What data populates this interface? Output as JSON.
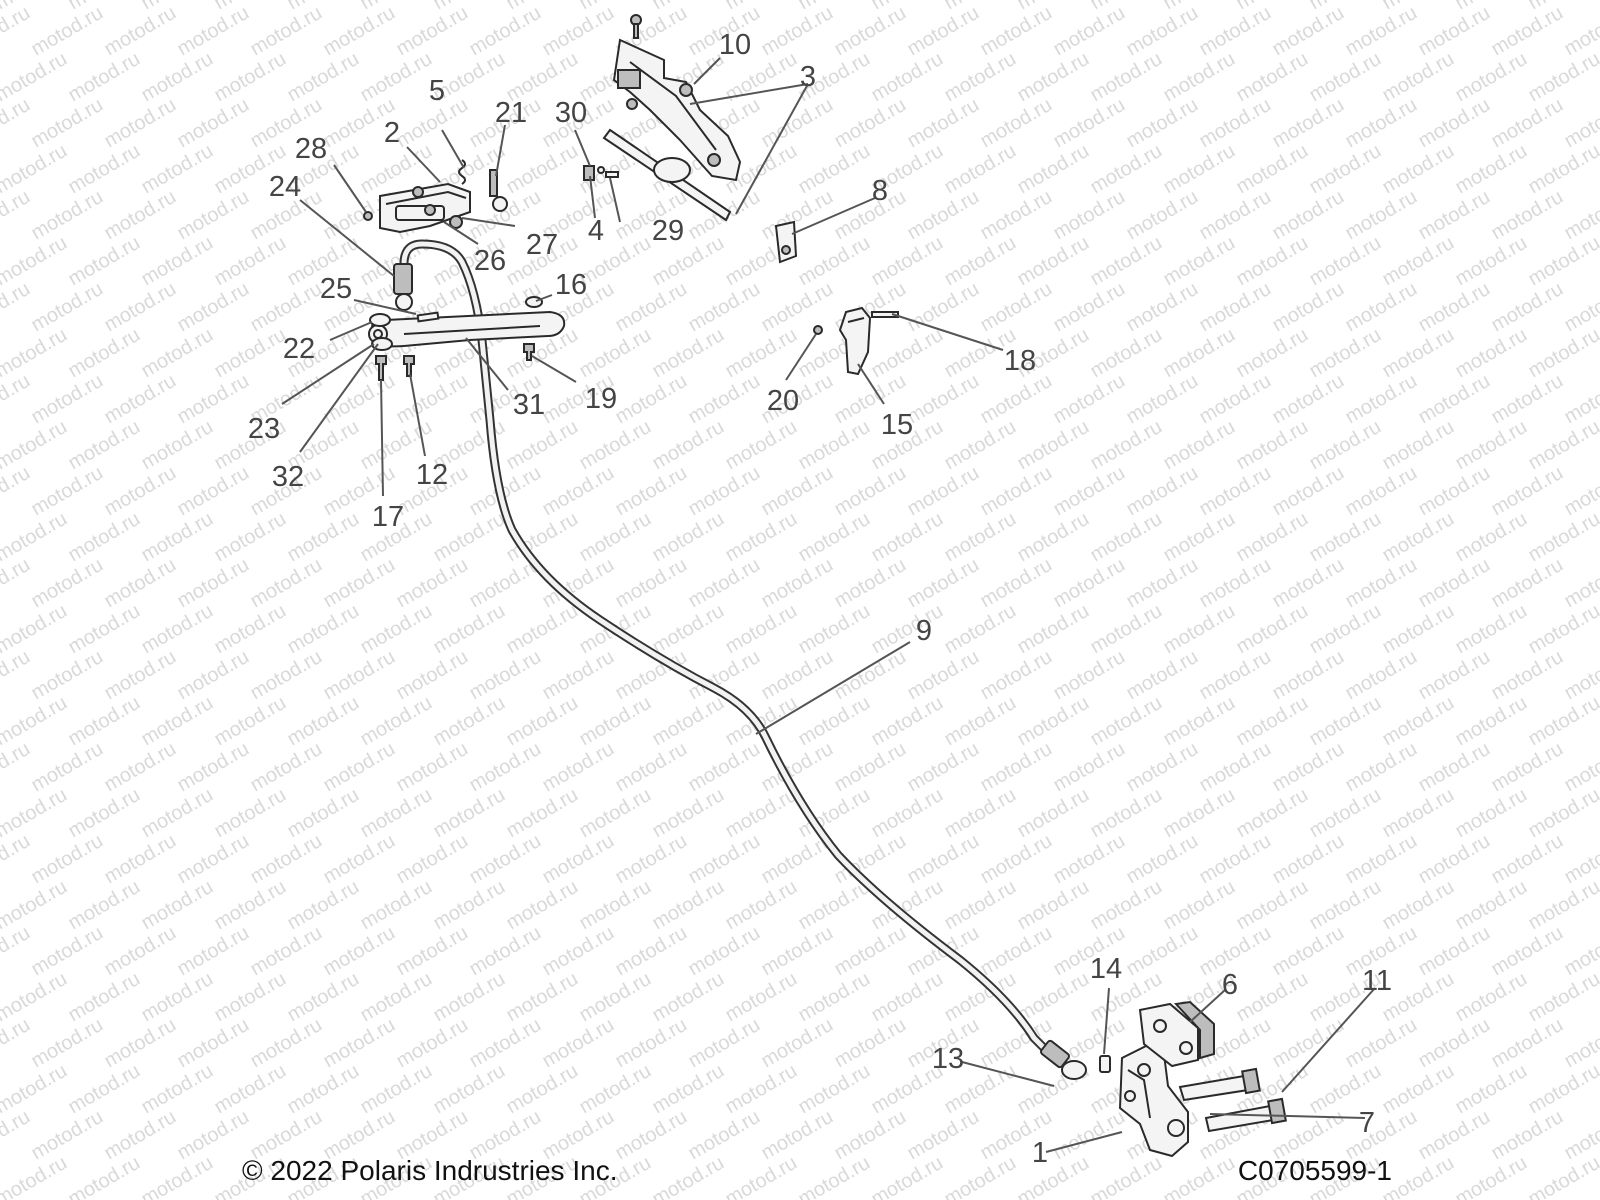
{
  "watermark": "motod.ru",
  "callouts": [
    {
      "id": "1",
      "label": "1"
    },
    {
      "id": "2",
      "label": "2"
    },
    {
      "id": "3",
      "label": "3"
    },
    {
      "id": "4",
      "label": "4"
    },
    {
      "id": "5",
      "label": "5"
    },
    {
      "id": "6",
      "label": "6"
    },
    {
      "id": "7",
      "label": "7"
    },
    {
      "id": "8",
      "label": "8"
    },
    {
      "id": "9",
      "label": "9"
    },
    {
      "id": "10",
      "label": "10"
    },
    {
      "id": "11",
      "label": "11"
    },
    {
      "id": "12",
      "label": "12"
    },
    {
      "id": "13",
      "label": "13"
    },
    {
      "id": "14",
      "label": "14"
    },
    {
      "id": "15",
      "label": "15"
    },
    {
      "id": "16",
      "label": "16"
    },
    {
      "id": "17",
      "label": "17"
    },
    {
      "id": "18",
      "label": "18"
    },
    {
      "id": "19",
      "label": "19"
    },
    {
      "id": "20",
      "label": "20"
    },
    {
      "id": "21",
      "label": "21"
    },
    {
      "id": "22",
      "label": "22"
    },
    {
      "id": "23",
      "label": "23"
    },
    {
      "id": "24",
      "label": "24"
    },
    {
      "id": "25",
      "label": "25"
    },
    {
      "id": "26",
      "label": "26"
    },
    {
      "id": "27",
      "label": "27"
    },
    {
      "id": "28",
      "label": "28"
    },
    {
      "id": "29",
      "label": "29"
    },
    {
      "id": "30",
      "label": "30"
    },
    {
      "id": "31",
      "label": "31"
    },
    {
      "id": "32",
      "label": "32"
    }
  ],
  "footer": {
    "copyright": "© 2022 Polaris Indrustries Inc.",
    "diagram_code": "C0705599-1"
  }
}
